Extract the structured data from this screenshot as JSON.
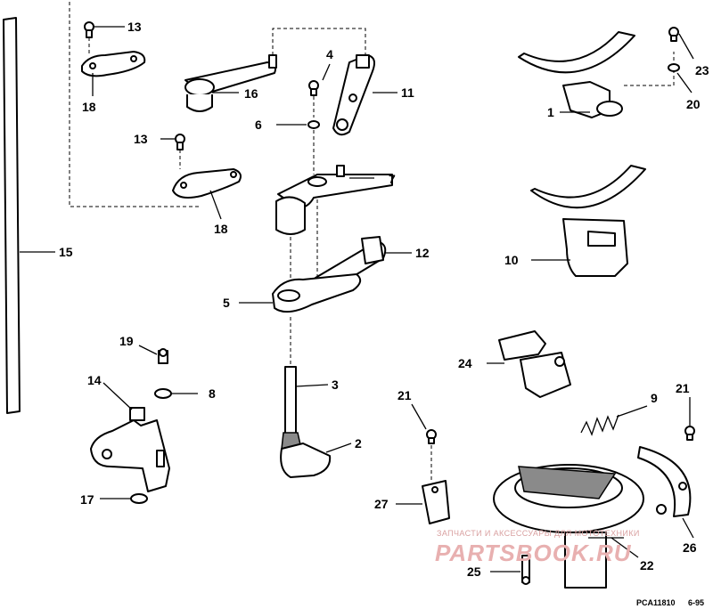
{
  "diagram": {
    "callouts": [
      "1",
      "2",
      "3",
      "4",
      "5",
      "6",
      "7",
      "8",
      "9",
      "10",
      "11",
      "12",
      "13",
      "13",
      "14",
      "15",
      "16",
      "17",
      "18",
      "18",
      "19",
      "20",
      "21",
      "21",
      "22",
      "23",
      "24",
      "25",
      "26",
      "27"
    ],
    "drawing_code": "PCA11810",
    "date_code": "6-95",
    "watermark_text": "ЗАПЧАСТИ И АКСЕССУАРЫ ДЛЯ МОТОТЕХНИКИ",
    "watermark_logo": "PARTSBOOK.RU"
  }
}
